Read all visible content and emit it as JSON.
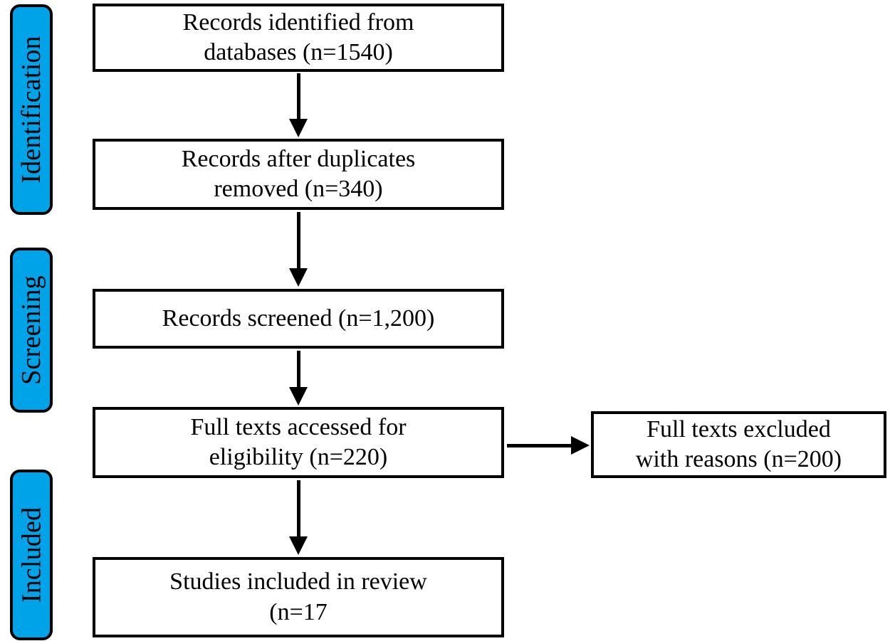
{
  "diagram": {
    "type": "prisma-flow-diagram",
    "accent_color": "#00A2E8",
    "line_color": "#000000",
    "background_color": "#FFFFFF",
    "stages": [
      {
        "id": "identification",
        "label": "Identification"
      },
      {
        "id": "screening",
        "label": "Screening"
      },
      {
        "id": "included",
        "label": "Included"
      }
    ],
    "boxes": [
      {
        "id": "records-identified",
        "stage": "identification",
        "line1": "Records identified from",
        "line2": "databases (n=1540)",
        "n": 1540
      },
      {
        "id": "duplicates-removed",
        "stage": "identification",
        "line1": "Records after duplicates",
        "line2": "removed (n=340)",
        "n": 340
      },
      {
        "id": "records-screened",
        "stage": "screening",
        "line1": "Records screened (n=1,200)",
        "line2": "",
        "n": 1200
      },
      {
        "id": "fulltext-assessed",
        "stage": "screening",
        "line1": "Full texts accessed for",
        "line2": "eligibility (n=220)",
        "n": 220
      },
      {
        "id": "fulltext-excluded",
        "stage": "screening",
        "line1": "Full texts excluded",
        "line2": "with reasons (n=200)",
        "n": 200
      },
      {
        "id": "studies-included",
        "stage": "included",
        "line1": "Studies included in review",
        "line2": "(n=17",
        "n": 17
      }
    ],
    "arrows": [
      {
        "id": "arrow-identified-to-duplicates",
        "direction": "down",
        "from": "records-identified",
        "to": "duplicates-removed"
      },
      {
        "id": "arrow-duplicates-to-screened",
        "direction": "down",
        "from": "duplicates-removed",
        "to": "records-screened"
      },
      {
        "id": "arrow-screened-to-fulltext",
        "direction": "down",
        "from": "records-screened",
        "to": "fulltext-assessed"
      },
      {
        "id": "arrow-fulltext-to-included",
        "direction": "down",
        "from": "fulltext-assessed",
        "to": "studies-included"
      },
      {
        "id": "arrow-fulltext-to-excluded",
        "direction": "right",
        "from": "fulltext-assessed",
        "to": "fulltext-excluded"
      }
    ]
  }
}
